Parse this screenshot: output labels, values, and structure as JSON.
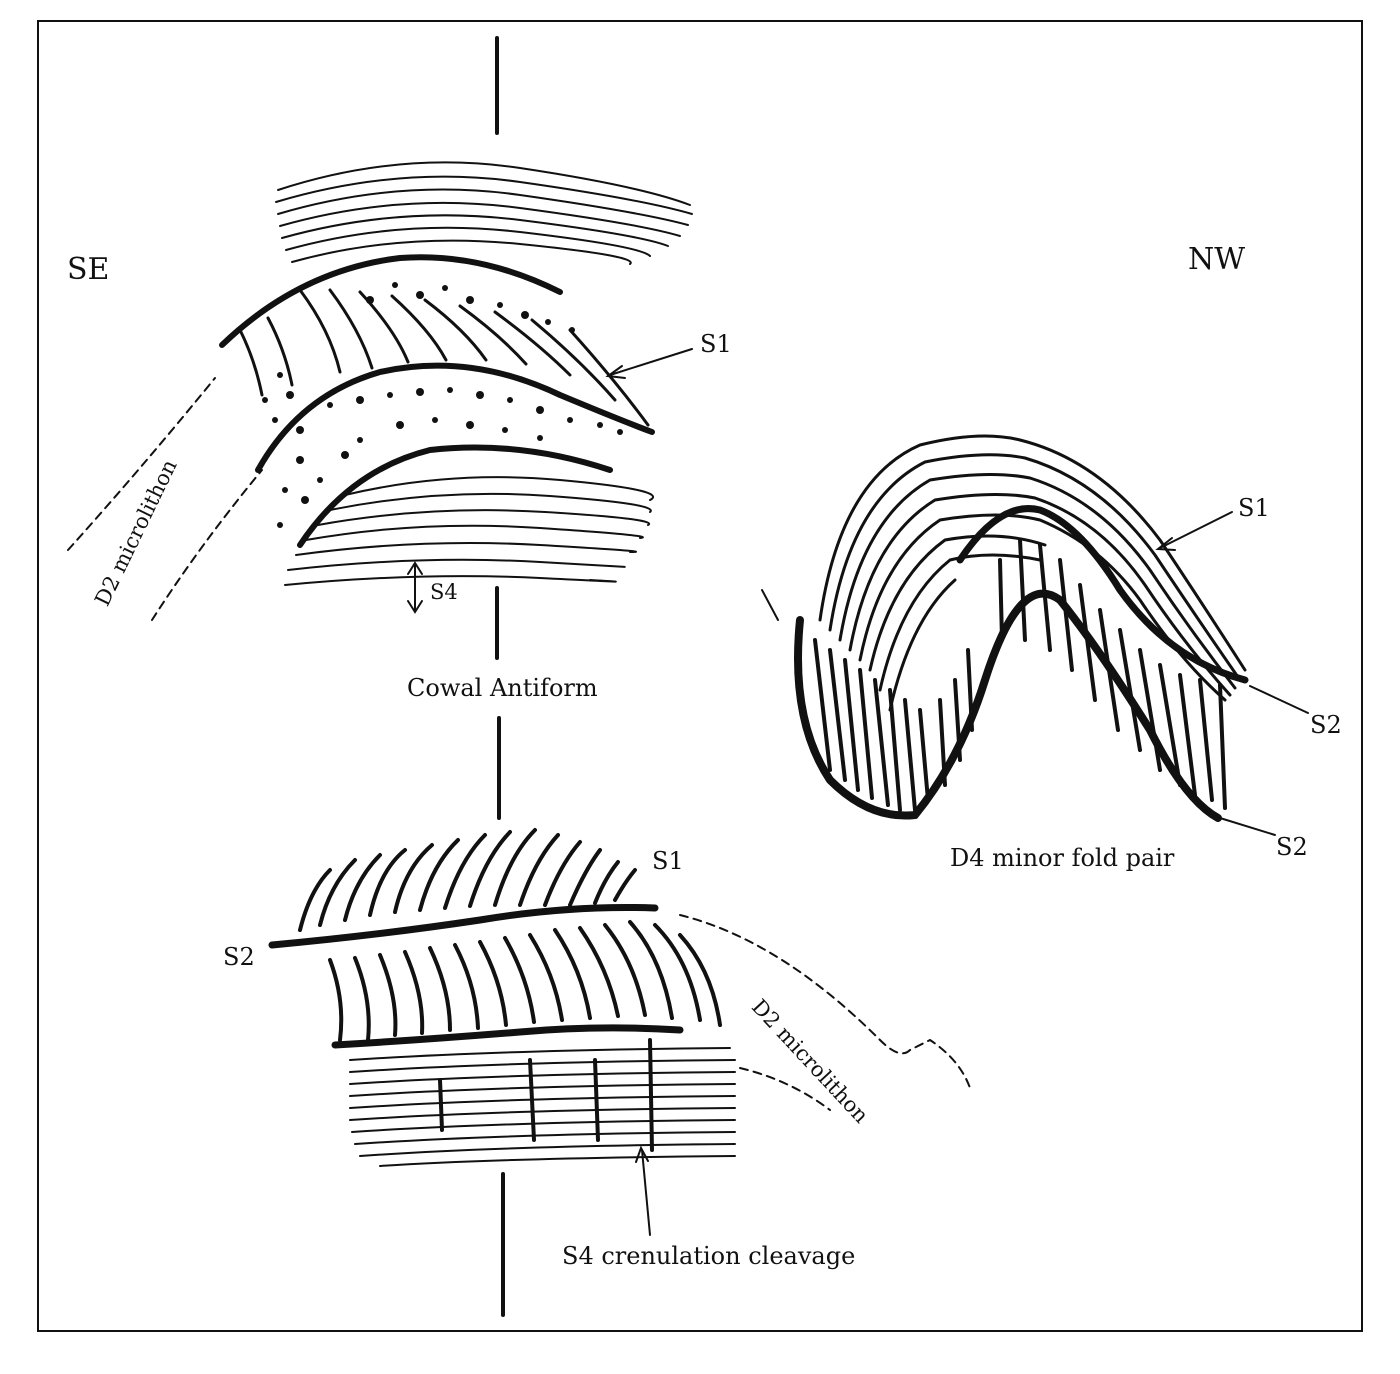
{
  "orientation": {
    "left": "SE",
    "right": "NW"
  },
  "labels": {
    "s1_top": "S1",
    "s4_top": "S4",
    "d2_microlithon_top": "D2 microlithon",
    "cowal_antiform": "Cowal Antiform",
    "s1_right": "S1",
    "s2_right_upper": "S2",
    "s2_right_lower": "S2",
    "d4_minor_fold_pair": "D4 minor fold pair",
    "s1_bottom": "S1",
    "s2_bottom": "S2",
    "d2_microlithon_bottom": "D2 microlithon",
    "s4_crenulation_cleavage": "S4 crenulation cleavage"
  },
  "colors": {
    "ink": "#111111",
    "paper": "#ffffff"
  }
}
